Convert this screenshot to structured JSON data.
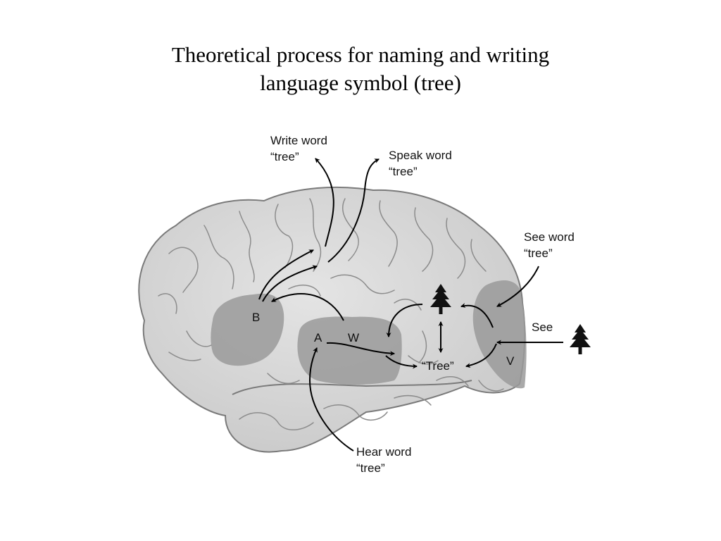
{
  "title": {
    "line1": "Theoretical process for naming and writing",
    "line2": "language symbol (tree)"
  },
  "diagram": {
    "labels": {
      "write_line1": "Write word",
      "write_line2": "“tree”",
      "speak_line1": "Speak word",
      "speak_line2": "“tree”",
      "seeword_line1": "See word",
      "seeword_line2": "“tree”",
      "see": "See",
      "hear_line1": "Hear word",
      "hear_line2": "“tree”",
      "tree_word": "“Tree”"
    },
    "areas": {
      "b": "B",
      "a": "A",
      "w": "W",
      "v": "V"
    },
    "icons": [
      "tree-icon",
      "arrow-icon"
    ],
    "colors": {
      "brain_fill": "#d6d6d6",
      "brain_stroke": "#7a7a7a",
      "sulci": "#8c8c8c",
      "highlight": "#9a9a9a",
      "arrow": "#000000"
    }
  }
}
